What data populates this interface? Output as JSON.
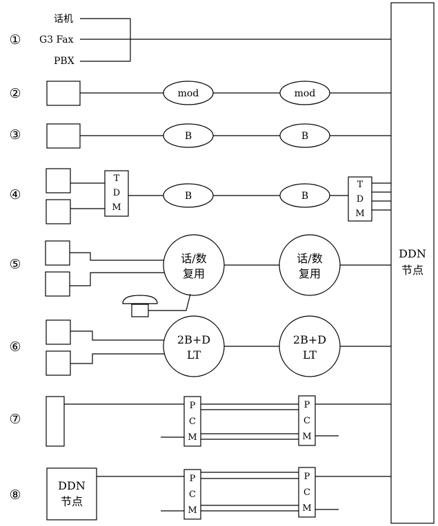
{
  "row_numbers": [
    "①",
    "②",
    "③",
    "④",
    "⑤",
    "⑥",
    "⑦",
    "⑧"
  ],
  "row1": {
    "phone": "话机",
    "fax": "G3 Fax",
    "pbx": "PBX"
  },
  "modem_label": "mod",
  "b_label": "B",
  "tdm_letters": [
    "T",
    "D",
    "M"
  ],
  "voice_data_mux": [
    "话/数",
    "复用"
  ],
  "isdn_lt": [
    "2B+D",
    "LT"
  ],
  "pcm_letters": [
    "P",
    "C",
    "M"
  ],
  "ddn_node": [
    "DDN",
    "节点"
  ]
}
